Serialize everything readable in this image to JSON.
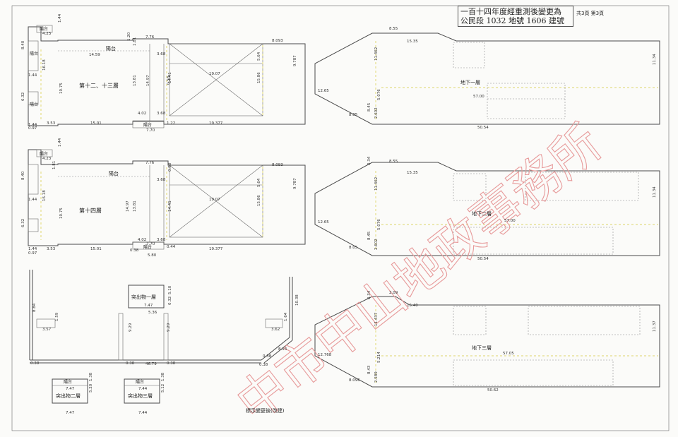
{
  "header": {
    "title_line1": "一百十四年度經重測後變更為",
    "title_line2": "公民段 1032 地號 1606 建號",
    "page_info": "共3頁  第3頁"
  },
  "floors": {
    "f12_13": "第十二、十三層",
    "f14": "第十四層",
    "b1": "地下一層",
    "b2": "地下二層",
    "b3": "地下三層",
    "rf1": "突出物一層",
    "rf2": "突出物二層",
    "rf3": "突出物三層",
    "balcony": "陽台"
  },
  "caption": "標示變更後(改建)",
  "watermark": "中市中山地政事務所",
  "dims": {
    "top_left": [
      "1.44",
      "4.23",
      "8.40",
      "1.44",
      "16.18",
      "10.75",
      "6.32",
      "1.44",
      "3.53",
      "0.97",
      "15.01",
      "14.59",
      "1.81",
      "1.20",
      "7.76",
      "3.68",
      "13.81",
      "14.97",
      "0.58",
      "14.41",
      "4.02",
      "3.68",
      "7.70",
      "1.22",
      "19.07",
      "5.64",
      "15.86",
      "19.377",
      "8.093",
      "9.787"
    ],
    "mid_left": [
      "1.44",
      "4.23",
      "8.40",
      "1.44",
      "16.18",
      "10.75",
      "6.32",
      "1.44",
      "3.53",
      "0.97",
      "15.01",
      "1.81",
      "7.76",
      "3.68",
      "13.81",
      "14.97",
      "0.88",
      "14.41",
      "4.02",
      "3.68",
      "7.70",
      "5.80",
      "0.38",
      "0.44",
      "19.07",
      "5.64",
      "15.86",
      "19.377",
      "8.093",
      "9.787"
    ],
    "bottom_left": [
      "8.84",
      "3.57",
      "1.59",
      "9.29",
      "0.32",
      "5.36",
      "5.10",
      "7.47",
      "9.29",
      "3.62",
      "1.64",
      "0.38",
      "10.38",
      "8.14",
      "0.38",
      "0.38",
      "0.38",
      "46.79",
      "0.38"
    ],
    "rooftop": [
      "7.47",
      "5.20",
      "1.38",
      "7.47",
      "7.44",
      "5.12",
      "1.38",
      "7.44"
    ],
    "b1": [
      "8.55",
      "15.35",
      "11.462",
      "12.65",
      "8.45",
      "5.076",
      "2.602",
      "8.05",
      "57.00",
      "50.54",
      "11.34"
    ],
    "b2": [
      "8.55",
      "15.35",
      "11.462",
      "12.65",
      "8.45",
      "5.076",
      "2.602",
      "8.05",
      "57.00",
      "50.54",
      "11.34",
      "0.34"
    ],
    "b3": [
      "2.09",
      "15.40",
      "11.437",
      "12.768",
      "8.43",
      "5.214",
      "2.589",
      "8.096",
      "57.05",
      "50.62",
      "11.37",
      "0.34"
    ]
  }
}
